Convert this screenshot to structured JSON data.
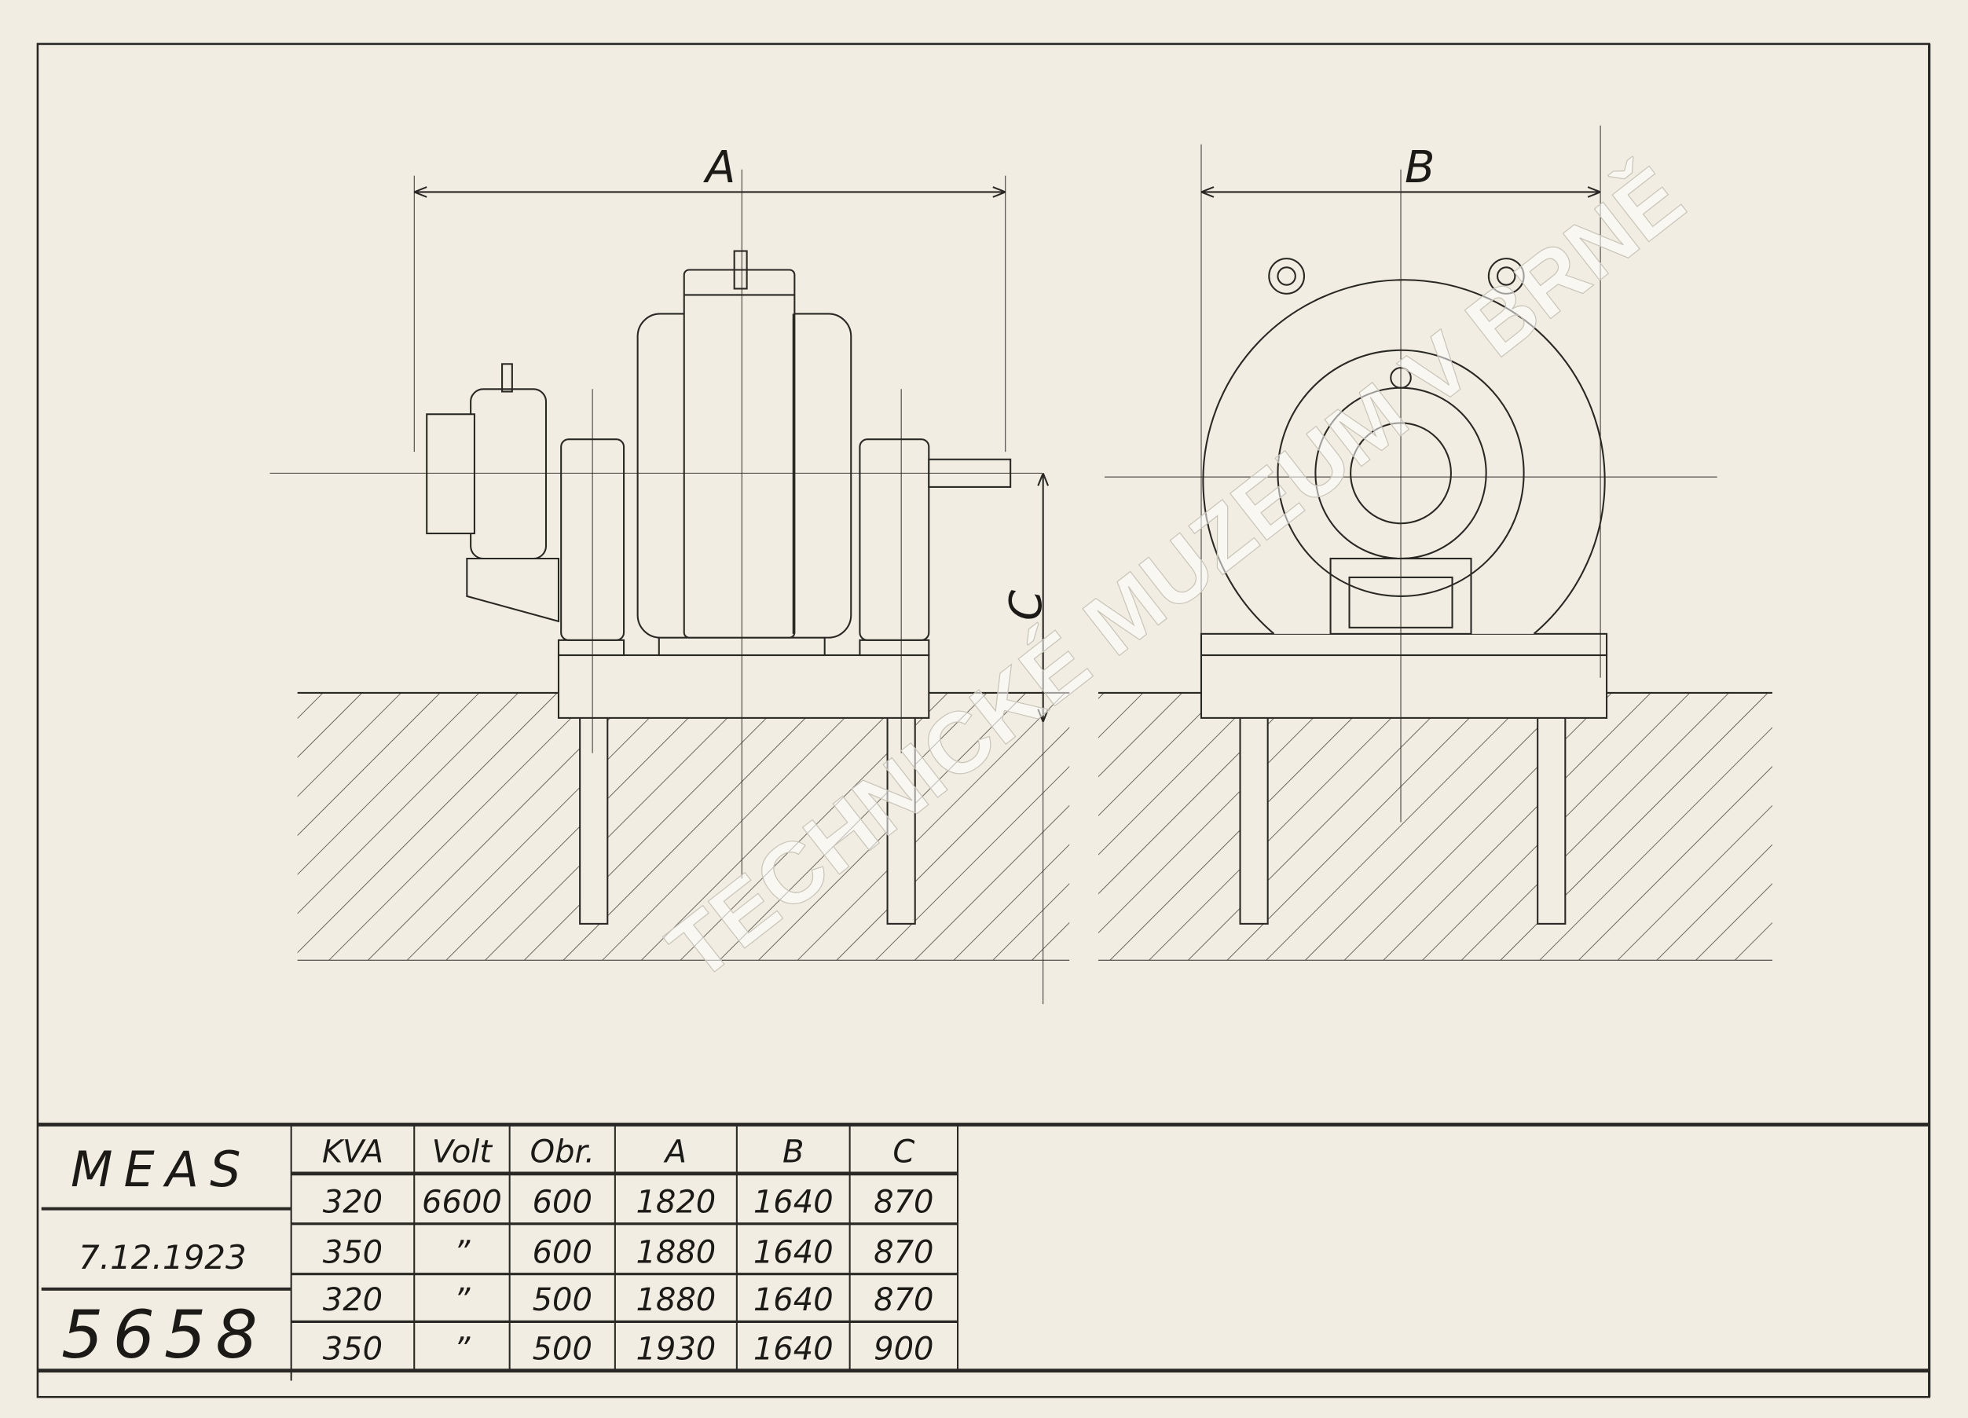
{
  "drawing": {
    "dimension_labels": {
      "a": "A",
      "b": "B",
      "c": "C"
    },
    "watermark": "TECHNICKÉ MUZEUM V BRNĚ"
  },
  "title_block": {
    "maker": "MEAS",
    "date": "7.12.1923",
    "drawing_number": "5658"
  },
  "table": {
    "headers": [
      "KVA",
      "Volt",
      "Obr.",
      "A",
      "B",
      "C"
    ],
    "rows": [
      [
        "320",
        "6600",
        "600",
        "1820",
        "1640",
        "870"
      ],
      [
        "350",
        "”",
        "600",
        "1880",
        "1640",
        "870"
      ],
      [
        "320",
        "”",
        "500",
        "1880",
        "1640",
        "870"
      ],
      [
        "350",
        "”",
        "500",
        "1930",
        "1640",
        "900"
      ]
    ]
  }
}
